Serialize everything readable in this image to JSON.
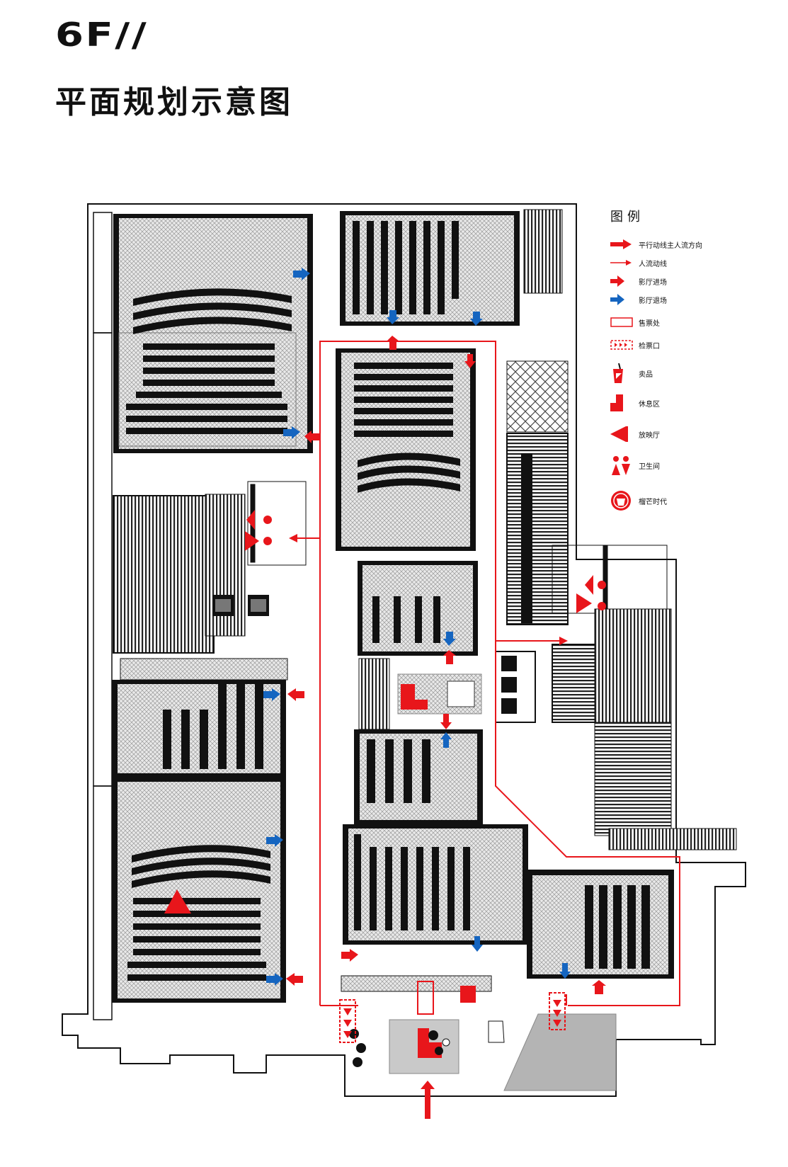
{
  "header": {
    "floor": "6F//",
    "title": "平面规划示意图"
  },
  "legend": {
    "title": "图例",
    "items": [
      {
        "key": "main-flow",
        "label": "平行动线主人流方向",
        "color": "#e8161b"
      },
      {
        "key": "flow-line",
        "label": "人流动线",
        "color": "#e8161b"
      },
      {
        "key": "hall-enter",
        "label": "影厅进场",
        "color": "#e8161b"
      },
      {
        "key": "hall-exit",
        "label": "影厅退场",
        "color": "#1565c0"
      },
      {
        "key": "ticket-office",
        "label": "售票处",
        "color": "#e8161b"
      },
      {
        "key": "ticket-check",
        "label": "检票口",
        "color": "#e8161b"
      },
      {
        "key": "snacks",
        "label": "卖品",
        "color": "#e8161b"
      },
      {
        "key": "rest-area",
        "label": "休息区",
        "color": "#e8161b"
      },
      {
        "key": "screening-hall",
        "label": "放映厅",
        "color": "#e8161b"
      },
      {
        "key": "restroom",
        "label": "卫生间",
        "color": "#e8161b"
      },
      {
        "key": "brand",
        "label": "榴芒时代",
        "color": "#e8161b"
      }
    ]
  },
  "colors": {
    "accent_red": "#e8161b",
    "exit_blue": "#1565c0",
    "wall": "#111111",
    "hatch": "#bdbdbd"
  }
}
